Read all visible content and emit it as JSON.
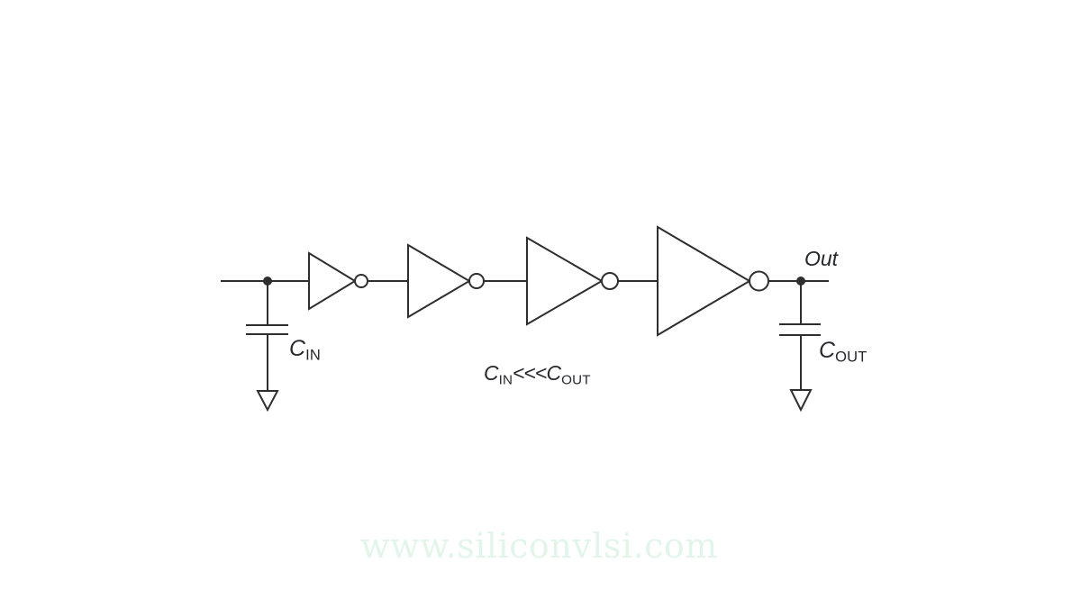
{
  "colors": {
    "background": "#ffffff",
    "line": "#2e2e2e",
    "text": "#26282c",
    "watermark": "#e3f5ea"
  },
  "labels": {
    "out": "Out",
    "cin": {
      "base": "C",
      "sub": "IN"
    },
    "cout": {
      "base": "C",
      "sub": "OUT"
    },
    "relation": {
      "left_base": "C",
      "left_sub": "IN",
      "operator": "<<<",
      "right_base": "C",
      "right_sub": "OUT"
    }
  },
  "watermark": {
    "text": "www.siliconvlsi.com"
  },
  "circuit": {
    "description": "buffer chain of 4 progressively larger inverters driving a large load",
    "inverter_count": 4,
    "input_capacitor_label": "CIN",
    "output_capacitor_label": "COUT",
    "output_node_label": "Out",
    "relation_text": "CIN<<<COUT"
  }
}
